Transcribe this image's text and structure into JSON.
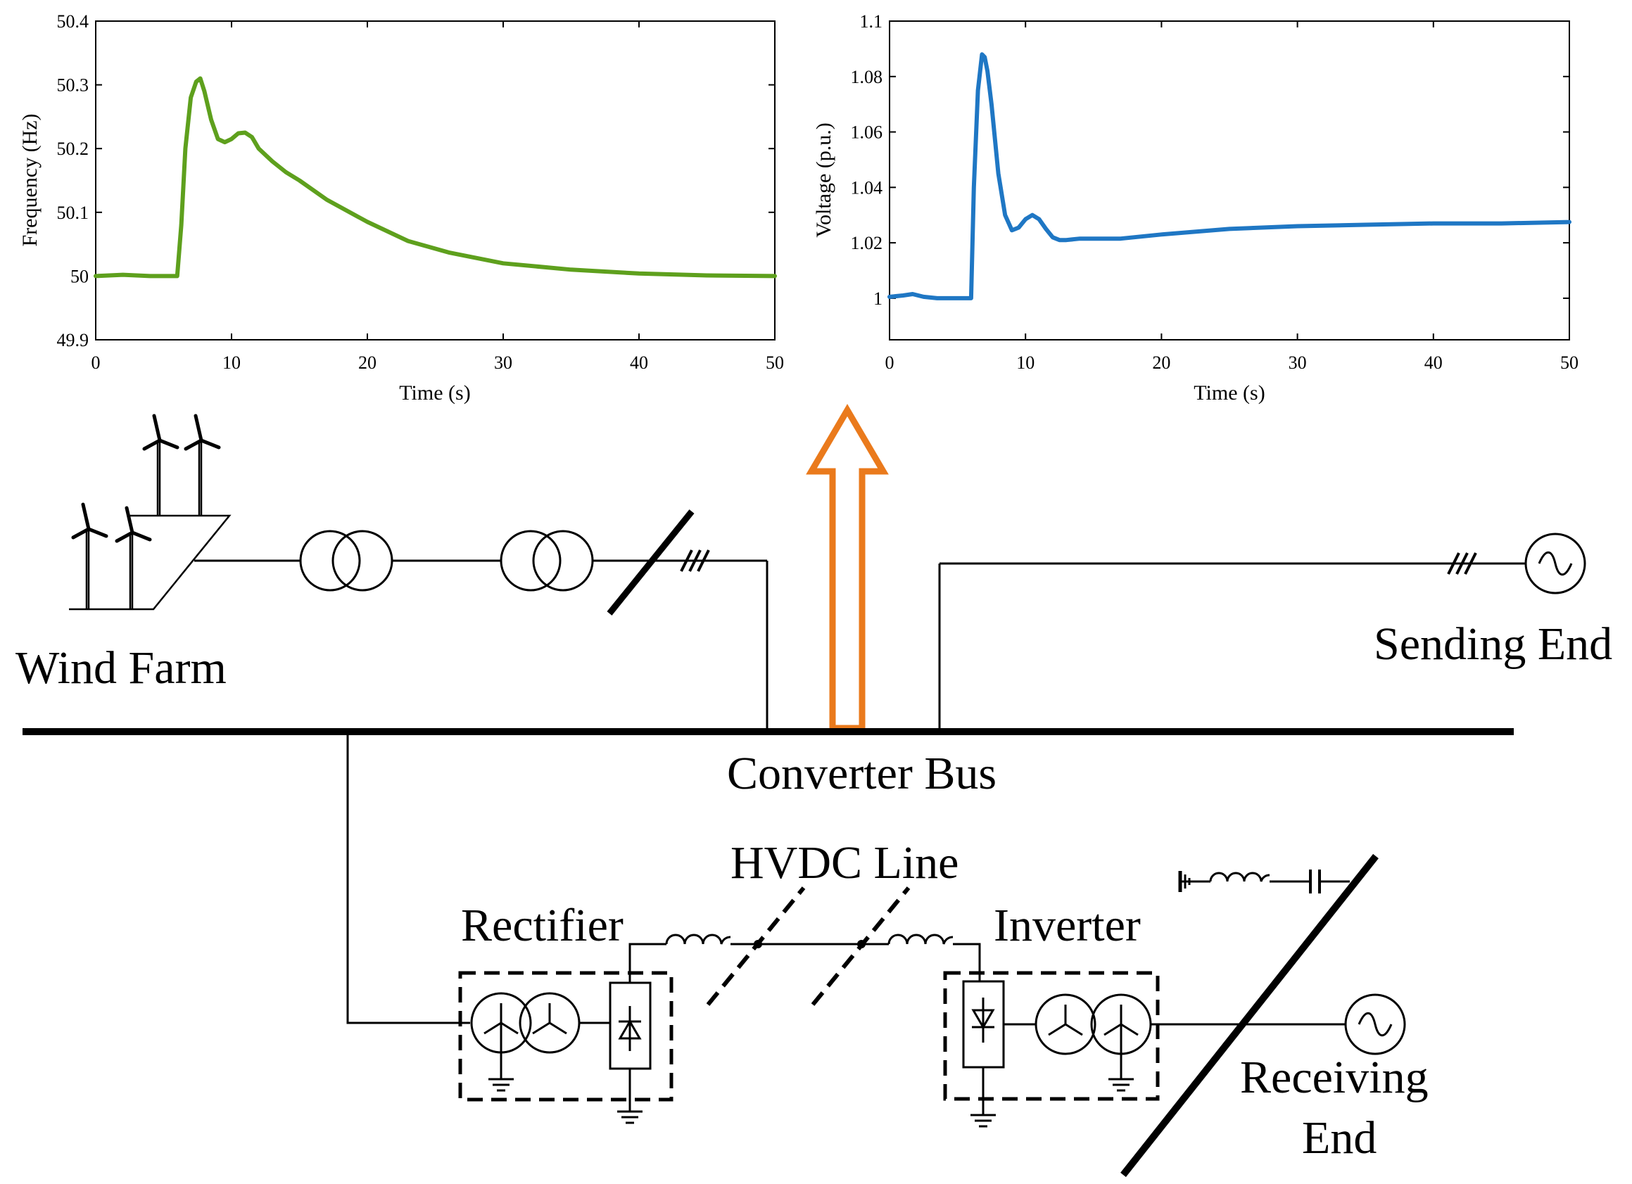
{
  "chart_data": [
    {
      "type": "line",
      "xlabel": "Time (s)",
      "ylabel": "Frequency (Hz)",
      "xlim": [
        0,
        50
      ],
      "ylim": [
        49.9,
        50.4
      ],
      "xticks": [
        "0",
        "10",
        "20",
        "30",
        "40",
        "50"
      ],
      "yticks": [
        "49.9",
        "50",
        "50.1",
        "50.2",
        "50.3",
        "50.4"
      ],
      "series": [
        {
          "color": "#5ea01d",
          "x": [
            0,
            2,
            4,
            6,
            6.3,
            6.6,
            7.0,
            7.4,
            7.7,
            8.0,
            8.5,
            9.0,
            9.5,
            10.0,
            10.5,
            11.0,
            11.5,
            12.0,
            13,
            14,
            15,
            17,
            20,
            23,
            26,
            30,
            35,
            40,
            45,
            50
          ],
          "y": [
            50.0,
            50.002,
            50.0,
            50.0,
            50.08,
            50.2,
            50.28,
            50.305,
            50.31,
            50.29,
            50.245,
            50.215,
            50.21,
            50.215,
            50.224,
            50.225,
            50.218,
            50.2,
            50.18,
            50.163,
            50.15,
            50.12,
            50.085,
            50.055,
            50.037,
            50.02,
            50.01,
            50.004,
            50.001,
            50.0
          ]
        }
      ]
    },
    {
      "type": "line",
      "xlabel": "Time (s)",
      "ylabel": "Voltage (p.u.)",
      "xlim": [
        0,
        50
      ],
      "ylim": [
        0.985,
        1.1
      ],
      "xticks": [
        "0",
        "10",
        "20",
        "30",
        "40",
        "50"
      ],
      "yticks": [
        "1",
        "1.02",
        "1.04",
        "1.06",
        "1.08",
        "1.1"
      ],
      "series": [
        {
          "color": "#1f77c4",
          "x": [
            0,
            1,
            1.7,
            2.5,
            3.5,
            5,
            6,
            6.2,
            6.5,
            6.8,
            7.0,
            7.2,
            7.5,
            8.0,
            8.5,
            9.0,
            9.5,
            10.0,
            10.5,
            11.0,
            11.5,
            12.0,
            12.5,
            13.0,
            14,
            15,
            17,
            20,
            25,
            30,
            35,
            40,
            45,
            50
          ],
          "y": [
            1.0005,
            1.001,
            1.0015,
            1.0005,
            1.0,
            1.0,
            1.0,
            1.04,
            1.075,
            1.088,
            1.087,
            1.082,
            1.07,
            1.045,
            1.03,
            1.0245,
            1.0255,
            1.0285,
            1.03,
            1.0285,
            1.025,
            1.022,
            1.021,
            1.021,
            1.0215,
            1.0215,
            1.0215,
            1.023,
            1.025,
            1.026,
            1.0265,
            1.027,
            1.027,
            1.0275
          ]
        }
      ]
    }
  ],
  "labels": {
    "wind_farm": "Wind Farm",
    "sending_end": "Sending End",
    "converter_bus": "Converter Bus",
    "hvdc_line": "HVDC Line",
    "rectifier": "Rectifier",
    "inverter": "Inverter",
    "receiving_end_1": "Receiving",
    "receiving_end_2": "End"
  }
}
